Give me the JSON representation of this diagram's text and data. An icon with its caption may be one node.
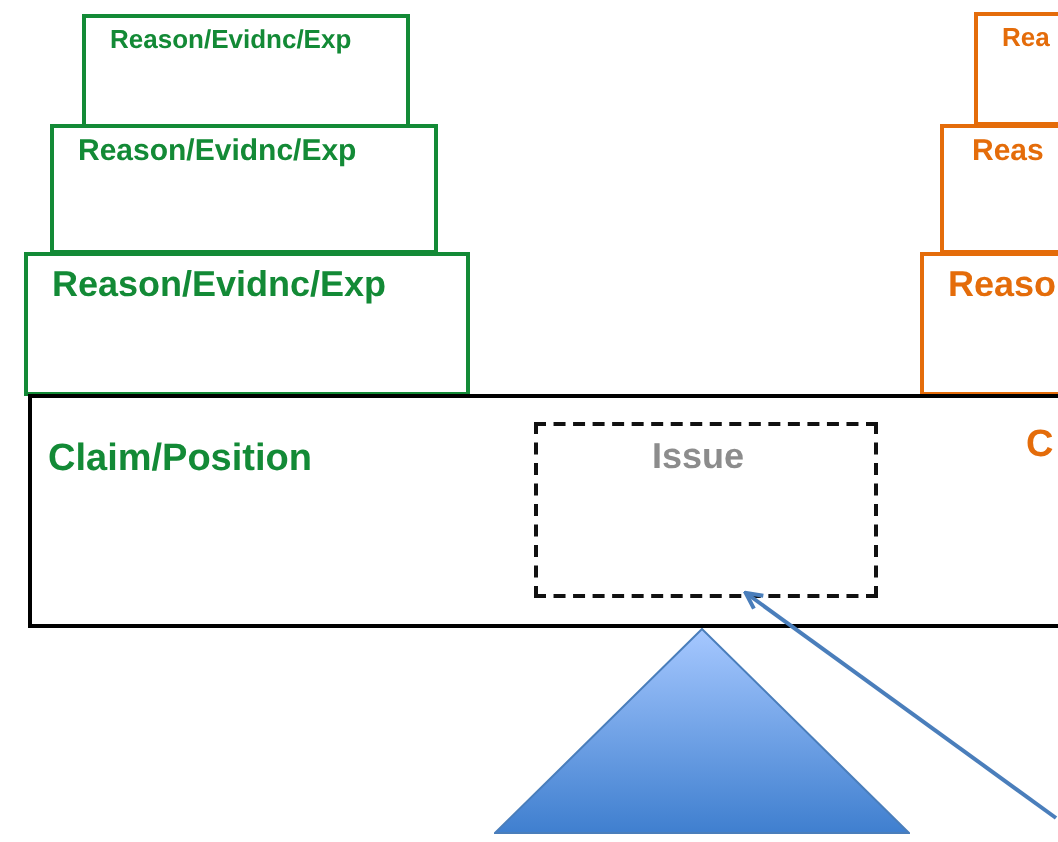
{
  "diagram": {
    "nodes": [
      {
        "text": [
          "Reason/Evidnc/Exp"
        ]
      },
      {
        "text": [
          "Rea"
        ]
      },
      {
        "text": [
          "Reason/Evidnc/Exp"
        ]
      },
      {
        "text": [
          "Reas"
        ]
      },
      {
        "text": [
          "Reason/Evidnc/Exp"
        ]
      },
      {
        "text": [
          "Reaso"
        ]
      },
      {
        "text": [
          "Claim/Position",
          "C"
        ]
      },
      {
        "text": [
          "Issue"
        ],
        "in": 6
      },
      {
        "text": [],
        "shape": "triangle"
      }
    ],
    "edges": [
      {
        "from": null,
        "to": 7,
        "arrow": "to"
      }
    ]
  }
}
